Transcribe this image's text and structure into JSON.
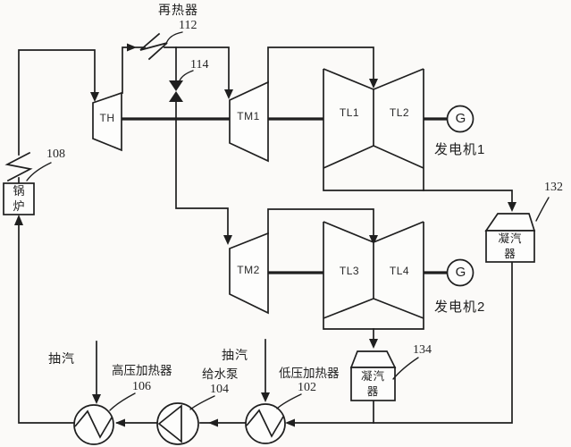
{
  "figure": {
    "type": "power-plant-steam-cycle-schematic",
    "language": "zh-CN"
  },
  "labels": {
    "reheater": "再热器",
    "boiler": "锅炉",
    "condenser": "凝汽器",
    "extraction_steam": "抽汽",
    "hp_heater": "高压加热器",
    "feed_pump": "给水泵",
    "lp_heater": "低压加热器",
    "generator1": "发电机1",
    "generator2": "发电机2",
    "generator_symbol": "G",
    "turbine_th": "TH",
    "turbine_tm1": "TM1",
    "turbine_tl1": "TL1",
    "turbine_tl2": "TL2",
    "turbine_tm2": "TM2",
    "turbine_tl3": "TL3",
    "turbine_tl4": "TL4"
  },
  "refs": {
    "reheater": "112",
    "valve": "114",
    "boiler": "108",
    "condenser1": "132",
    "condenser2": "134",
    "hp_heater": "106",
    "feed_pump": "104",
    "lp_heater": "102"
  },
  "colors": {
    "line": "#1f1f1f",
    "background": "#fbfaf8",
    "component_fill": "#fdfdfc"
  }
}
